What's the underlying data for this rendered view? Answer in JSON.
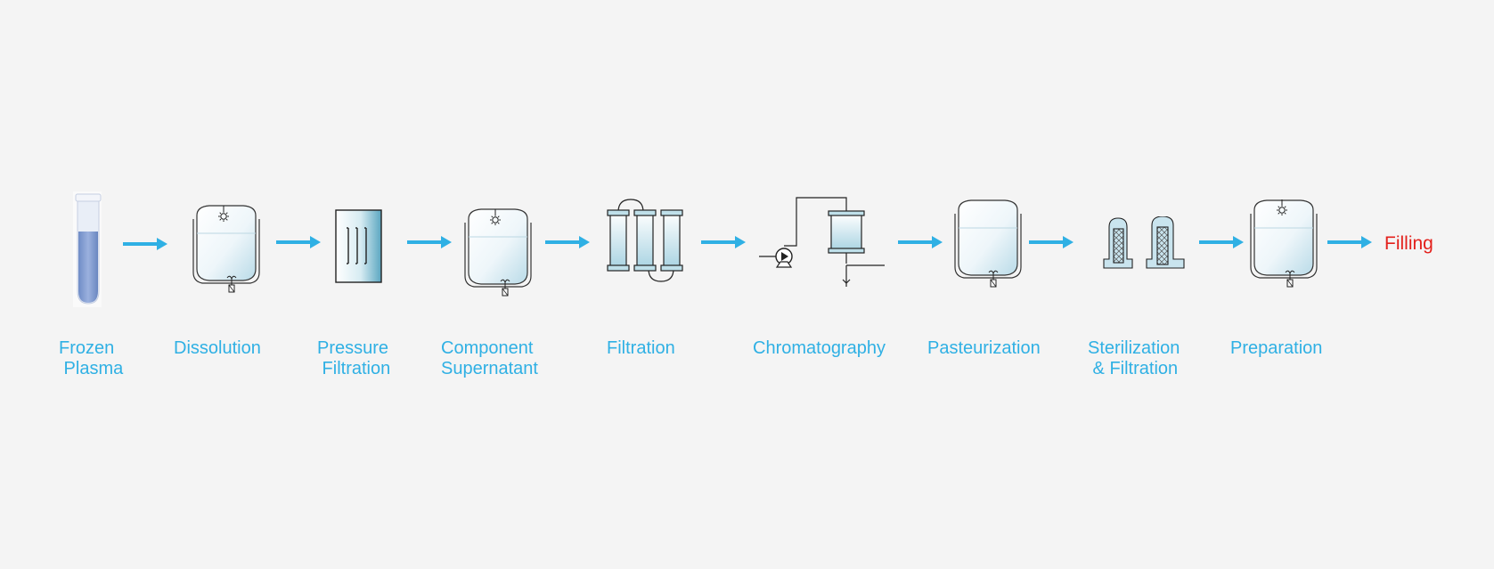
{
  "steps": [
    {
      "name": "frozen-plasma",
      "label": "Frozen\n Plasma"
    },
    {
      "name": "dissolution",
      "label": "Dissolution"
    },
    {
      "name": "pressure-filtration",
      "label": "Pressure\n Filtration"
    },
    {
      "name": "component-supernatant",
      "label": "Component\nSupernatant"
    },
    {
      "name": "filtration",
      "label": "Filtration"
    },
    {
      "name": "chromatography",
      "label": "Chromatography"
    },
    {
      "name": "pasteurization",
      "label": "Pasteurization"
    },
    {
      "name": "sterilization-filtration",
      "label": "Sterilization\n & Filtration"
    },
    {
      "name": "preparation",
      "label": "Preparation"
    }
  ],
  "final_step": {
    "label": "Filling"
  },
  "colors": {
    "accent": "#2fb0e4",
    "final": "#e3201b",
    "background": "#f4f4f4",
    "liquid": "#7f9bd0"
  }
}
